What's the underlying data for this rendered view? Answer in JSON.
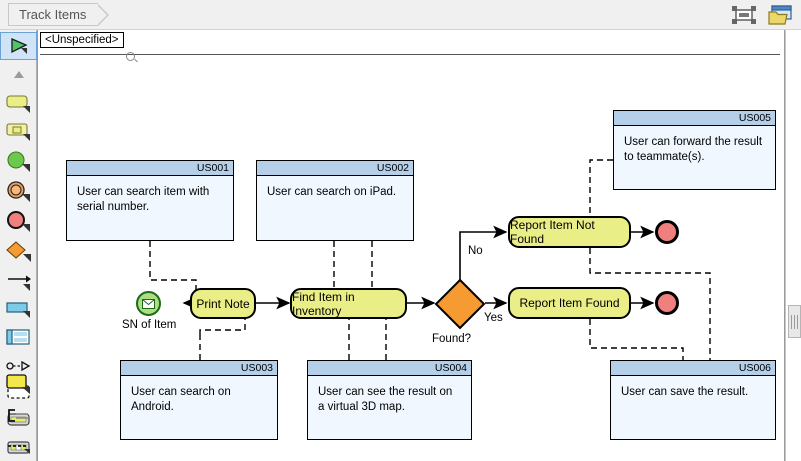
{
  "window": {
    "breadcrumb_label": "Track Items",
    "toolbar_icons": [
      {
        "name": "fit-to-screen-icon",
        "label": "Fit to screen"
      },
      {
        "name": "open-folder-icon",
        "label": "Open diagram"
      }
    ]
  },
  "palette": {
    "items": [
      {
        "name": "pointer-tool",
        "label": "Pointer",
        "selected": true
      },
      {
        "name": "scroll-up-arrow",
        "label": "Scroll up",
        "selected": false
      },
      {
        "name": "note-shape-tool",
        "label": "Note",
        "selected": false
      },
      {
        "name": "framed-note-tool",
        "label": "Framed Note",
        "selected": false
      },
      {
        "name": "start-event-tool",
        "label": "Start Event",
        "selected": false
      },
      {
        "name": "intermediate-event-tool",
        "label": "Intermediate Event",
        "selected": false
      },
      {
        "name": "end-event-tool",
        "label": "End Event",
        "selected": false
      },
      {
        "name": "gateway-tool",
        "label": "Gateway",
        "selected": false
      },
      {
        "name": "sequence-flow-tool",
        "label": "Sequence Flow",
        "selected": false
      },
      {
        "name": "pool-tool",
        "label": "Pool",
        "selected": false
      },
      {
        "name": "lane-tool",
        "label": "Lane",
        "selected": false
      },
      {
        "name": "data-association-tool",
        "label": "Data Association",
        "selected": false
      },
      {
        "name": "group-tool",
        "label": "Group",
        "selected": false
      },
      {
        "name": "task-tool",
        "label": "Task",
        "selected": false
      },
      {
        "name": "sub-process-tool",
        "label": "Sub-Process",
        "selected": false
      },
      {
        "name": "activity-tool",
        "label": "Activity",
        "selected": false
      },
      {
        "name": "text-annotation-tool",
        "label": "Text Annotation",
        "selected": false
      },
      {
        "name": "dashed-connector-tool",
        "label": "Association",
        "selected": false
      }
    ]
  },
  "canvas": {
    "diagram_name": "<Unspecified>",
    "zoom_icon": "magnifier-icon",
    "scrollbar": {
      "name": "vertical-scrollbar",
      "thumb_position_pct": 64
    }
  },
  "diagram": {
    "type": "bpmn-flowchart",
    "start_event": {
      "name": "start-event",
      "label": "SN of Item",
      "icon": "envelope-icon",
      "color": "#aede81"
    },
    "activities": [
      {
        "id": "print-note",
        "label": "Print Note",
        "color": "#eaee86"
      },
      {
        "id": "find-item",
        "label": "Find Item in Inventory",
        "color": "#eaee86"
      },
      {
        "id": "report-not-found",
        "label": "Report Item Not Found",
        "color": "#eaee86"
      },
      {
        "id": "report-found",
        "label": "Report Item Found",
        "color": "#eaee86"
      }
    ],
    "gateway": {
      "id": "found-gateway",
      "label": "Found?",
      "color": "#f59b31"
    },
    "flow_labels": [
      {
        "id": "no-label",
        "text": "No"
      },
      {
        "id": "yes-label",
        "text": "Yes"
      }
    ],
    "end_events": [
      {
        "id": "end-not-found",
        "color": "#f0807e"
      },
      {
        "id": "end-found",
        "color": "#f0807e"
      }
    ],
    "user_stories": [
      {
        "id": "US001",
        "code": "US001",
        "text": "User can search item with serial number."
      },
      {
        "id": "US002",
        "code": "US002",
        "text": "User can search on iPad."
      },
      {
        "id": "US005",
        "code": "US005",
        "text": "User can forward the result to teammate(s)."
      },
      {
        "id": "US003",
        "code": "US003",
        "text": "User can search on Android."
      },
      {
        "id": "US004",
        "code": "US004",
        "text": "User can see the result on a virtual 3D map."
      },
      {
        "id": "US006",
        "code": "US006",
        "text": "User can save the result."
      }
    ]
  },
  "colors": {
    "activity_fill": "#eaee86",
    "gateway_fill": "#f59b31",
    "end_fill": "#f0807e",
    "start_fill": "#aede81",
    "story_header": "#b6cfe8",
    "story_body": "#f0f7ff",
    "chrome": "#f0f0f0"
  }
}
